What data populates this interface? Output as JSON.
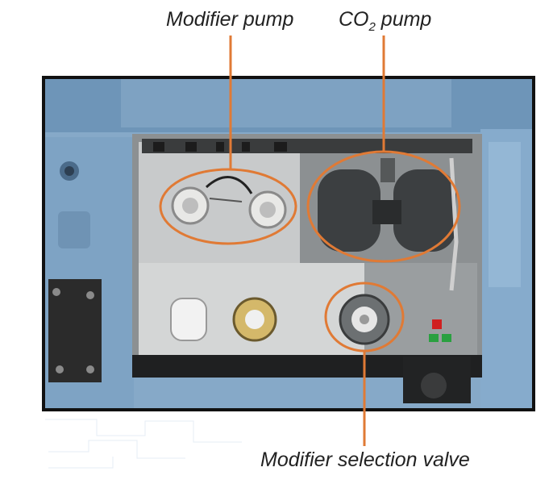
{
  "callouts": {
    "modifier_pump": "Modifier pump",
    "co2_pump_prefix": "CO",
    "co2_pump_sub": "2",
    "co2_pump_suffix": " pump",
    "modifier_selection_valve": "Modifier selection valve"
  },
  "colors": {
    "accent": "#e07a35",
    "frame": "#111111",
    "housing": "#7fa3c4",
    "housing_dark": "#5c83a8",
    "interior": "#8a8e90",
    "pump_dark": "#3d4042"
  }
}
